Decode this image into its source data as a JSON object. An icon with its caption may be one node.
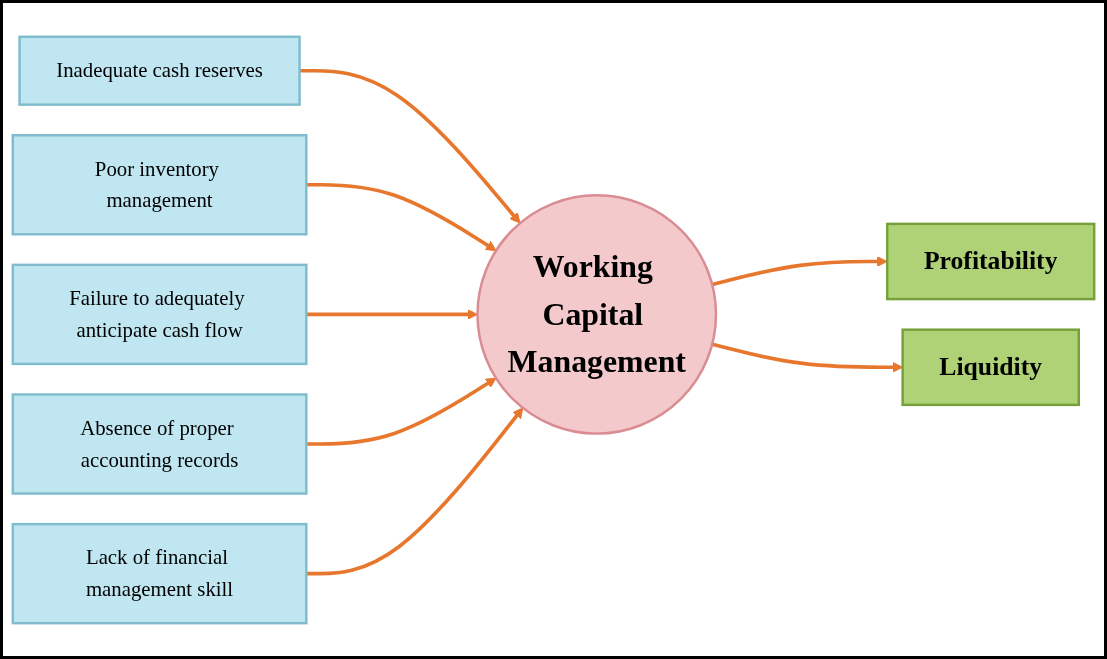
{
  "diagram": {
    "nodes": [
      {
        "text": [
          "Inadequate cash reserves"
        ]
      },
      {
        "text": [
          "Poor inventory management"
        ]
      },
      {
        "text": [
          "Failure to adequately anticipate cash flow"
        ]
      },
      {
        "text": [
          "Absence of proper accounting records"
        ]
      },
      {
        "text": [
          "Lack of financial management skill"
        ]
      },
      {
        "text": [
          "Working Capital Management"
        ]
      },
      {
        "text": [
          "Profitability"
        ]
      },
      {
        "text": [
          "Liquidity"
        ]
      }
    ],
    "edges": [
      {
        "from": 0,
        "to": 5,
        "arrow": "to"
      },
      {
        "from": 1,
        "to": 5,
        "arrow": "to"
      },
      {
        "from": 2,
        "to": 5,
        "arrow": "to"
      },
      {
        "from": 3,
        "to": 5,
        "arrow": "to"
      },
      {
        "from": 4,
        "to": 5,
        "arrow": "to"
      },
      {
        "from": 5,
        "to": 6,
        "arrow": "to"
      },
      {
        "from": 5,
        "to": 7,
        "arrow": "to"
      }
    ]
  }
}
